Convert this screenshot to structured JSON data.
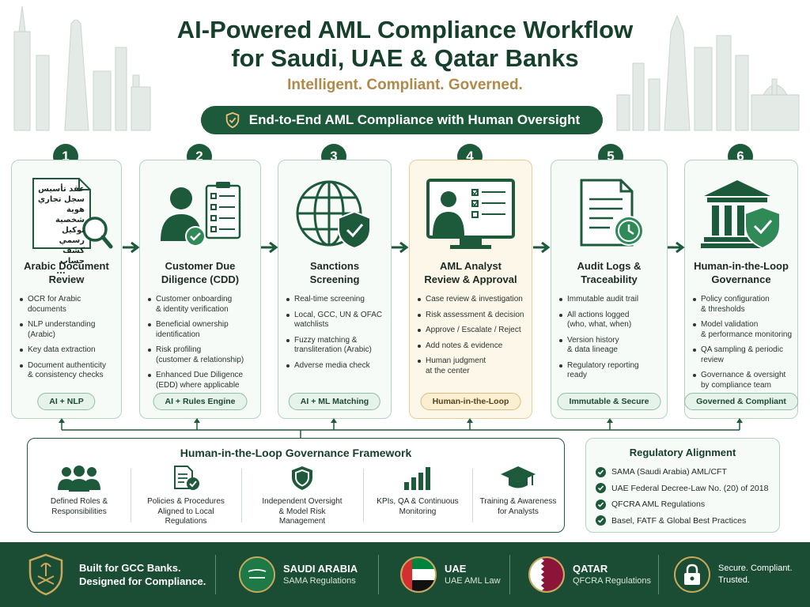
{
  "header": {
    "title_line1": "AI-Powered AML Compliance Workflow",
    "title_line2": "for Saudi, UAE & Qatar Banks",
    "subtitle": "Intelligent. Compliant. Governed.",
    "banner": "End-to-End AML Compliance with Human Oversight"
  },
  "colors": {
    "primary": "#1d5a3c",
    "accent": "#b08a4a",
    "card_bg": "#f6fbf8",
    "highlight_bg": "#fdf7ea"
  },
  "steps": [
    {
      "num": "1",
      "title1": "Arabic Document",
      "title2": "Review",
      "icon": "document-magnifier-icon",
      "doc_lines": [
        "عقد تأسيس",
        "سجل تجاري",
        "هوية شخصية",
        "توكيل رسمي",
        "كشف حساب",
        "..."
      ],
      "bullets": [
        "OCR for Arabic documents",
        "NLP understanding\n(Arabic)",
        "Key data extraction",
        "Document authenticity\n& consistency checks"
      ],
      "tag": "AI + NLP"
    },
    {
      "num": "2",
      "title1": "Customer Due",
      "title2": "Diligence (CDD)",
      "icon": "user-checklist-icon",
      "bullets": [
        "Customer onboarding\n& identity verification",
        "Beneficial ownership\nidentification",
        "Risk profiling\n(customer & relationship)",
        "Enhanced Due Diligence\n(EDD) where applicable"
      ],
      "tag": "AI + Rules Engine"
    },
    {
      "num": "3",
      "title1": "Sanctions",
      "title2": "Screening",
      "icon": "globe-shield-icon",
      "bullets": [
        "Real-time screening",
        "Local, GCC, UN & OFAC\nwatchlists",
        "Fuzzy matching &\ntransliteration (Arabic)",
        "Adverse media check"
      ],
      "tag": "AI + ML Matching"
    },
    {
      "num": "4",
      "title1": "AML Analyst",
      "title2": "Review & Approval",
      "icon": "analyst-monitor-icon",
      "bullets": [
        "Case review & investigation",
        "Risk assessment & decision",
        "Approve / Escalate / Reject",
        "Add notes & evidence",
        "Human judgment\nat the center"
      ],
      "tag": "Human-in-the-Loop"
    },
    {
      "num": "5",
      "title1": "Audit Logs &",
      "title2": "Traceability",
      "icon": "audit-log-clock-icon",
      "bullets": [
        "Immutable audit trail",
        "All actions logged\n(who, what, when)",
        "Version history\n& data lineage",
        "Regulatory reporting\nready"
      ],
      "tag": "Immutable & Secure"
    },
    {
      "num": "6",
      "title1": "Human-in-the-Loop",
      "title2": "Governance",
      "icon": "bank-shield-icon",
      "bullets": [
        "Policy configuration\n& thresholds",
        "Model validation\n& performance monitoring",
        "QA sampling & periodic\nreview",
        "Governance & oversight\nby compliance team"
      ],
      "tag": "Governed & Compliant"
    }
  ],
  "governance": {
    "title": "Human-in-the-Loop Governance Framework",
    "items": [
      {
        "icon": "team-icon",
        "label": "Defined Roles &\nResponsibilities"
      },
      {
        "icon": "policy-document-icon",
        "label": "Policies & Procedures\nAligned to Local\nRegulations"
      },
      {
        "icon": "shield-icon",
        "label": "Independent Oversight\n& Model Risk\nManagement"
      },
      {
        "icon": "bar-chart-icon",
        "label": "KPIs, QA & Continuous\nMonitoring"
      },
      {
        "icon": "graduation-cap-icon",
        "label": "Training & Awareness\nfor Analysts"
      }
    ]
  },
  "regulatory": {
    "title": "Regulatory Alignment",
    "items": [
      "SAMA (Saudi Arabia) AML/CFT",
      "UAE Federal Decree-Law No. (20) of 2018",
      "QFCRA AML Regulations",
      "Basel, FATF & Global Best Practices"
    ]
  },
  "footer": {
    "tagline1": "Built for GCC Banks.",
    "tagline2": "Designed for Compliance.",
    "countries": [
      {
        "name": "SAUDI ARABIA",
        "sub": "SAMA Regulations",
        "flag": "saudi-flag-icon"
      },
      {
        "name": "UAE",
        "sub": "UAE AML Law",
        "flag": "uae-flag-icon"
      },
      {
        "name": "QATAR",
        "sub": "QFCRA Regulations",
        "flag": "qatar-flag-icon"
      }
    ],
    "closing1": "Secure. Compliant.",
    "closing2": "Trusted."
  }
}
